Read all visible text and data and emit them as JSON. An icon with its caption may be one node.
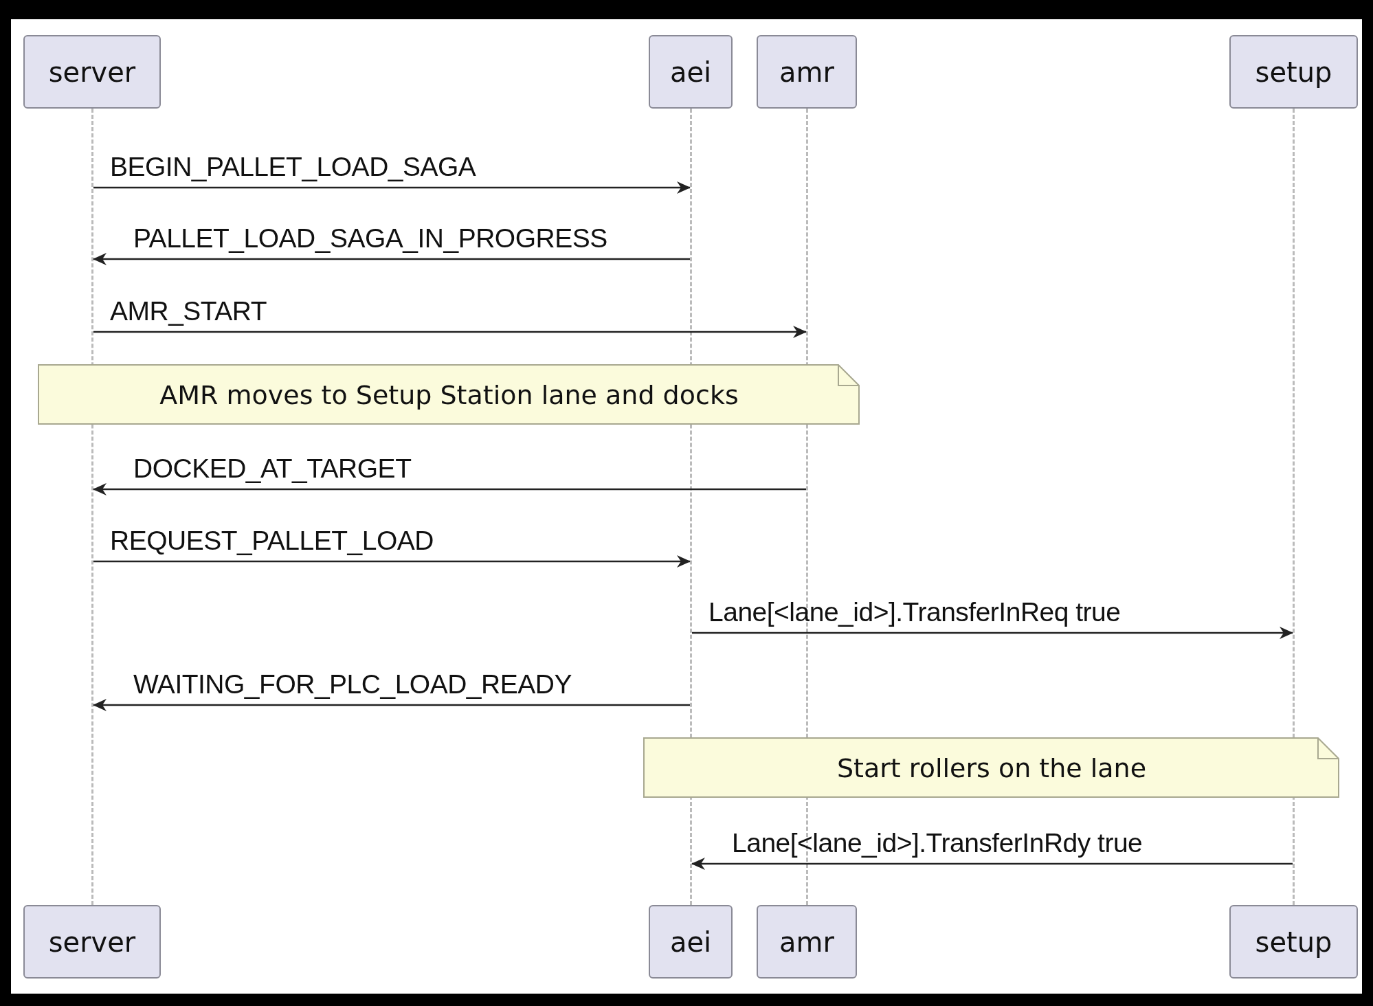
{
  "diagram": {
    "nodes": [
      {
        "text": [
          "server"
        ]
      },
      {
        "text": [
          "aei"
        ]
      },
      {
        "text": [
          "amr"
        ]
      },
      {
        "text": [
          "setup"
        ]
      },
      {
        "text": [],
        "shape": "line"
      },
      {
        "text": [],
        "shape": "line"
      },
      {
        "text": [],
        "shape": "line"
      },
      {
        "text": [],
        "shape": "line"
      },
      {
        "text": [
          "AMR moves to Setup Station lane and docks"
        ]
      },
      {
        "text": [
          "Start rollers on the lane"
        ]
      },
      {
        "text": [
          "server"
        ]
      },
      {
        "text": [
          "aei"
        ]
      },
      {
        "text": [
          "amr"
        ]
      },
      {
        "text": [
          "setup"
        ]
      }
    ],
    "edges": [
      {
        "from": 4,
        "to": 5,
        "arrow": "to",
        "label": "BEGIN_PALLET_LOAD_SAGA"
      },
      {
        "from": 5,
        "to": 4,
        "arrow": "to",
        "label": "PALLET_LOAD_SAGA_IN_PROGRESS"
      },
      {
        "from": 4,
        "to": 6,
        "arrow": "to",
        "label": "AMR_START"
      },
      {
        "from": 6,
        "to": 4,
        "arrow": "to",
        "label": "DOCKED_AT_TARGET"
      },
      {
        "from": 4,
        "to": 5,
        "arrow": "to",
        "label": "REQUEST_PALLET_LOAD"
      },
      {
        "from": 5,
        "to": 7,
        "arrow": "to",
        "label": "Lane[<lane_id>].TransferInReq true"
      },
      {
        "from": 5,
        "to": 4,
        "arrow": "to",
        "label": "WAITING_FOR_PLC_LOAD_READY"
      },
      {
        "from": 7,
        "to": 5,
        "arrow": "to",
        "label": "Lane[<lane_id>].TransferInRdy true"
      }
    ]
  }
}
